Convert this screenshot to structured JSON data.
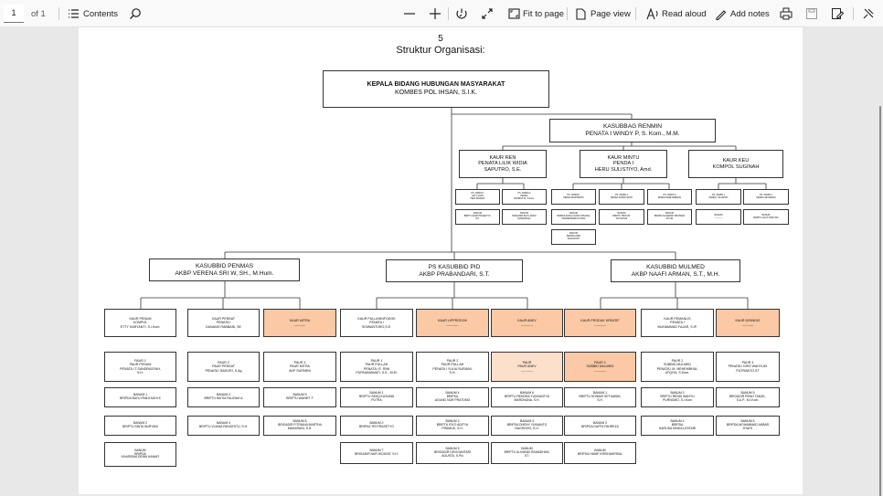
{
  "toolbar": {
    "page_number": "1",
    "page_count": "of 1",
    "contents_label": "Contents",
    "fit_label": "Fit to page",
    "page_view_label": "Page view",
    "read_aloud_label": "Read aloud",
    "add_notes_label": "Add notes"
  },
  "document": {
    "page_number": "5",
    "title": "Struktur Organisasi:",
    "head": {
      "title": "KEPALA BIDANG  HUBUNGAN MASYARAKAT",
      "name": "KOMBES POL IHSAN, S.I.K."
    },
    "renmin": {
      "title": "KASUBBAG RENMIN",
      "name": "PENATA I WINDY P, S. Kom., M.M."
    },
    "kaur_ren": {
      "title": "KAUR REN",
      "l2": "PENATA LILIK WIDIA",
      "l3": "SAPUTRO, S.E."
    },
    "kaur_mintu": {
      "title": "KAUR MINTU",
      "l2": "PENDA I",
      "l3": "HERU SULISTIYO, Amd."
    },
    "kaur_keu": {
      "title": "KAUR KEU",
      "l2": "KOMPOL SUGINAH"
    },
    "penmas": {
      "title": "KASUBBID PENMAS",
      "name": "AKBP VERENA SRI W, SH., M.Hum."
    },
    "pid": {
      "title": "PS KASUBBID PID",
      "name": "AKBP PRABANDARI, S.T."
    },
    "mulmed": {
      "title": "KASUBBID MULMED",
      "name": "AKBP NAAFI ARMAN, S.T., M.H."
    },
    "kaur_row": [
      {
        "title": "KAUR PENUM",
        "l2": "KOMPOL",
        "l3": "ETTY HARYANTI, S.I.Kom."
      },
      {
        "title": "KAUR PENSAT",
        "l2": "PENATA I",
        "l3": "DANANG RABBANI, SE"
      },
      {
        "title": "KAUR MITRA",
        "l2": "-----------",
        "l3": ""
      },
      {
        "title": "KAUR PULLAHINFODOK",
        "l2": "PENATA I",
        "l3": "SISWANTORO,S.E."
      },
      {
        "title": "KAUR LIPPRODOK",
        "l2": "-----------",
        "l3": ""
      },
      {
        "title": "KAUR ANEV",
        "l2": "-----------",
        "l3": ""
      },
      {
        "title": "KAUR PRODUK KREATIF",
        "l2": "-----------",
        "l3": ""
      },
      {
        "title": "KAUR PEMANLIS",
        "l2": "PENATA I",
        "l3": "MUHAMMAD FAJAR, S.IP."
      },
      {
        "title": "KAUR DISINDIG",
        "l2": "-----------",
        "l3": ""
      }
    ],
    "paur_row": [
      {
        "l1": "PAUR 1",
        "l2": "PAUR PENUM",
        "l3": "PENATA I T.SANDRASYAH,",
        "l4": "S.H."
      },
      {
        "l1": "PAUR 2",
        "l2": "PAUR PENSAT",
        "l3": "PENATA I BASORI, S.Ag",
        "l4": ""
      },
      {
        "l1": "PAUR 3",
        "l2": "PAUR MITRA",
        "l3": "AKP SUPARNI",
        "l4": ""
      },
      {
        "l1": "PAUR 1",
        "l2": "PAUR PULLAH",
        "l3": "PENATA I E. RINI",
        "l4": "PURNAMAWATI, S.E., M.M."
      },
      {
        "l1": "PAUR 2",
        "l2": "PAUR PULLAH",
        "l3": "PENATA I YULIA SURIANI,",
        "l4": "S.H."
      },
      {
        "l1": "PAUR",
        "l2": "PAUR ANEV",
        "l3": "-----------",
        "l4": ""
      },
      {
        "l1": "PAUR 1",
        "l2": "SUBBID MULMED",
        "l3": "-----------",
        "l4": ""
      },
      {
        "l1": "PAUR 2",
        "l2": "SUBBID MULMED",
        "l3": "PENATA I M. MEHEMBHUL",
        "l4": "ATQIYA, S.Kom."
      },
      {
        "l1": "PAUR 3",
        "l2": "",
        "l3": "PENATA I KRIS WAHYUDI",
        "l4": "PUTRANTO,ST"
      }
    ],
    "banum_row1": [
      {
        "l1": "BANUM 1",
        "l2": "BRIPDA BAYU PANJI ADHI K",
        "l3": ""
      },
      {
        "l1": "BANUM 3",
        "l2": "BRIPTU MUTIA FAUZIAH A",
        "l3": ""
      },
      {
        "l1": "BANUM 5",
        "l2": "BRIPTU WAHIET F",
        "l3": ""
      },
      {
        "l1": "BANUM 1",
        "l2": "BRIPTU SIDIQ KUSUMA",
        "l3": "PUTRA"
      },
      {
        "l1": "BANUM 4",
        "l2": "BRIPKA",
        "l3": "AGUNG NUR PRATOMO"
      },
      {
        "l1": "BANUM 6",
        "l2": "BRIPTU RENDRA YUDHANTYA",
        "l3": "MARDHANA, S.H."
      },
      {
        "l1": "BANUM 1",
        "l2": "BRIPTU DHIMAS SETIAWAN,",
        "l3": "S.H."
      },
      {
        "l1": "BANUM 3",
        "l2": "BRIPTU RENDI WAHYU",
        "l3": "PURNOMO, S.I.Kom"
      },
      {
        "l1": "BANUM 5",
        "l2": "BRIGADIR RENO TANZIL,",
        "l3": "S.A.P., M.I.Kom."
      }
    ],
    "banum_row2": [
      {
        "l1": "BANUM 2",
        "l2": "BRIPTU SINTA NURYANI",
        "l3": ""
      },
      {
        "l1": "BANUM 4",
        "l2": "BRIPTU VLIANA PANGESTU, S.H.",
        "l3": ""
      },
      {
        "l1": "BANUM 6",
        "l2": "BRIGADIR FITRIANA MARTHA",
        "l3": "MAHARANI, S.H."
      },
      {
        "l1": "BANUM 2",
        "l2": "BRIPKA TRI PRASETYO",
        "l3": ""
      },
      {
        "l1": "BANUM 3",
        "l2": "BRIPTU RIYO ADITYA",
        "l3": "PRAMUJI, S.H."
      },
      {
        "l1": "BANUM 3",
        "l2": "BRIPDA DHENY YUNIANTO",
        "l3": "NUGROHO, S.H."
      },
      {
        "l1": "BANUM 2",
        "l2": "BRIPDA DAFFA FAHREZA",
        "l3": ""
      },
      {
        "l1": "BANUM 4",
        "l2": "BRIPDA",
        "l3": "HARLISA DINDA LESTARI"
      },
      {
        "l1": "BANUM 6",
        "l2": "BRIPDA MOHAMMAD AKBAR",
        "l3": "SYAH'I"
      }
    ],
    "banum_row3": [
      {
        "l1": "BANUM",
        "l2": "BRIPDA",
        "l3": "KHARISMA DEWA HANAFI"
      },
      {
        "l1": "BANUM 7",
        "l2": "BRIGADIR NUR HIDAYAT, S.H.",
        "l3": ""
      },
      {
        "l1": "BANUM 5",
        "l2": "BRIGADIR DEVIGANTARI",
        "l3": "AGUSTA, S.Psi"
      },
      {
        "l1": "BANUM",
        "l2": "BRIPTU ALIVANDI RAMADHAN,",
        "l3": "ST."
      },
      {
        "l1": "BANUM",
        "l2": "BRIPDA HANIF KRISHAKRISAL",
        "l3": ""
      }
    ],
    "renmin_sub": [
      {
        "l1": "PS. PAMIN 1",
        "l2": "AKTU AGIN",
        "l3": "HEPI IRAWAN"
      },
      {
        "l1": "PS. PAMIN 2",
        "l2": "PENDA",
        "l3": "RAHMAT W., S.Kom."
      },
      {
        "l1": "BANUM",
        "l2": "BRIPTU EGRI PRASETYO,",
        "l3": "S.H."
      },
      {
        "l1": "BANUM",
        "l2": "BRIGADIR BAYU ADAM",
        "l3": "RAMADHAN"
      },
      {
        "l1": "PS. PAMIN 1",
        "l2": "PENDA MURTADHO",
        "l3": ""
      },
      {
        "l1": "PS. PAMIN 2",
        "l2": "PENDA SUPRIYANTO",
        "l3": ""
      },
      {
        "l1": "PS. PAMIN 3",
        "l2": "PENDA HERLAMBANG",
        "l3": ""
      },
      {
        "l1": "BANUM",
        "l2": "BRIPDA FAISAL RAFIF RHOZAQ",
        "l3": "PRAMESWARA PUTRA"
      },
      {
        "l1": "BANUM",
        "l2": "BRIPTU HIDAYAT",
        "l3": "OKTAVIANI"
      },
      {
        "l1": "BANUM",
        "l2": "BRIPDA NUGERAH PRATAMA",
        "l3": "PUTRI"
      },
      {
        "l1": "BANUM",
        "l2": "BRIPDA ANDI",
        "l3": "WIJAYANTO"
      },
      {
        "l1": "PS. PAMIN 1",
        "l2": "PENDA YULIATMO",
        "l3": ""
      },
      {
        "l1": "PS. PAMIN 2",
        "l2": "PENDA SETIAWAN",
        "l3": ""
      },
      {
        "l1": "BANUM",
        "l2": "-----------",
        "l3": ""
      },
      {
        "l1": "BANUM",
        "l2": "BRIPTU AGUS HARYADI",
        "l3": ""
      }
    ]
  }
}
